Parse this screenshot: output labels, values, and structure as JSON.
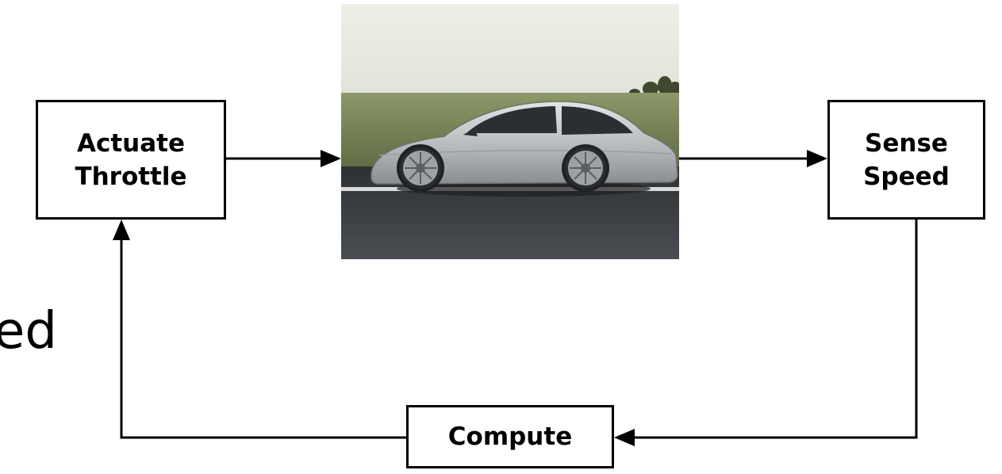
{
  "diagram": {
    "blocks": {
      "actuate": {
        "lines": [
          "Actuate",
          "Throttle"
        ]
      },
      "sense": {
        "lines": [
          "Sense",
          "Speed"
        ]
      },
      "compute": {
        "lines": [
          "Compute"
        ]
      }
    },
    "partial_text": "ed",
    "photo": {
      "subject": "car-photo"
    },
    "colors": {
      "stroke": "#000000",
      "sky": "#d8dccf",
      "field": "#7e8a5c",
      "road": "#3b3e41",
      "car_body": "#c3c5c6"
    }
  }
}
